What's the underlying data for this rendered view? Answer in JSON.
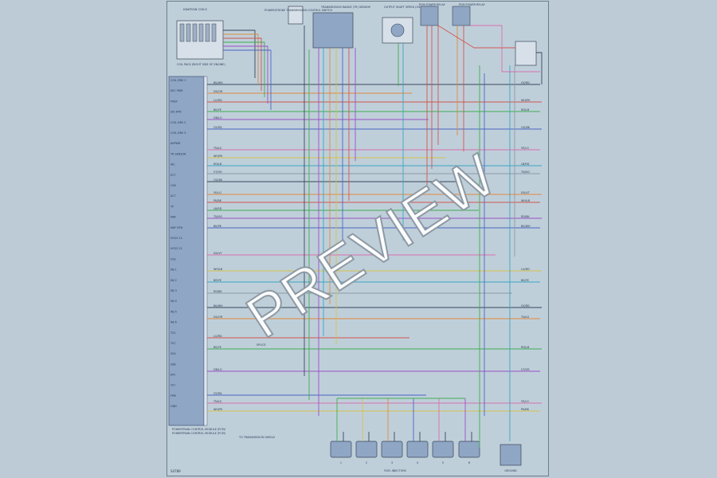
{
  "watermark": "PREVIEW",
  "sheet": {
    "footer_code": "S4789",
    "labels": {
      "coil_pack": "IGNITION COILS",
      "coil_note": "COIL PACK (RIGHT SIDE OF ENGINE)",
      "ctrl_switch": "POWERSTROKE TRANSMISSION CONTROL SWITCH",
      "tr_switch": "TRANSMISSION RANGE (TR) SENSOR",
      "oss": "OUTPUT SHAFT SPEED (OSS) SENSOR",
      "relay_a": "PCM POWER RELAY",
      "relay_b": "PCM POWER RELAY",
      "eec": "POWERTRAIN CONTROL MODULE (PCM)",
      "pcm_note": "POWERTRAIN CONTROL MODULE (PCM)",
      "injectors": "FUEL INJECTORS",
      "shield_note": "TO TRANSMISSION SHIELD",
      "ground": "GROUND",
      "splice": "SPLICE"
    },
    "pin_labels": [
      "COIL DRV 1",
      "EEC PWR",
      "VREF",
      "SIG RTN",
      "COIL DRV 2",
      "COIL DRV 3",
      "KAPWR",
      "TR SENSOR",
      "IAC",
      "ECT",
      "OSS",
      "ACT",
      "TP",
      "MAF",
      "MAF RTN",
      "HO2S 11",
      "HO2S 21",
      "VSS",
      "INJ 1",
      "INJ 2",
      "INJ 3",
      "INJ 4",
      "INJ 5",
      "INJ 6",
      "TCS",
      "TCC",
      "SSA",
      "SSB",
      "EPC",
      "TFT",
      "FPM",
      "GND"
    ],
    "wire_labels": [
      "BK/WH",
      "DG/OR",
      "LG/RD",
      "BK/YE",
      "DB/LG",
      "GY/RD",
      "TN/LG",
      "WH/PK",
      "RD/LB",
      "VT/OR",
      "OG/BK",
      "YE/LG",
      "PK/BK",
      "LB/RD",
      "TN/OG",
      "BK/PK",
      "DG/VT",
      "WH/LB",
      "BR/YE",
      "RD/BK"
    ],
    "connector_pins": [
      "1",
      "2",
      "3",
      "4",
      "5",
      "6"
    ]
  },
  "colors": {
    "sheet_bg": "#bfcfda",
    "pcm_box": "#8fa6c4",
    "wire_purple": "#9b4fc6",
    "wire_red": "#d2554e",
    "wire_green": "#3fae52",
    "wire_blue": "#4a66c2",
    "wire_orange": "#e28a3c",
    "wire_yellow": "#d6c24a",
    "wire_cyan": "#3aa5c4",
    "wire_pink": "#d86fae",
    "wire_black": "#3a4658",
    "wire_grey": "#8d99a6"
  }
}
